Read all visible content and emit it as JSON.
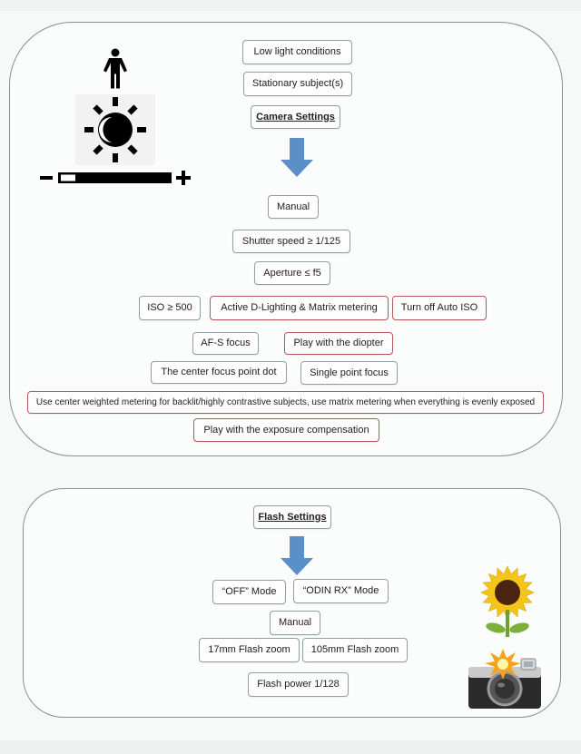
{
  "camera_panel": {
    "conditions": [
      "Low light conditions",
      "Stationary subject(s)"
    ],
    "heading": "Camera Settings",
    "icons": [
      "person-icon",
      "brightness-icon",
      "exposure-slider-icon"
    ],
    "settings": {
      "mode": "Manual",
      "shutter": "Shutter speed ≥ 1/125",
      "aperture": "Aperture ≤ f5",
      "iso": "ISO ≥ 500",
      "d_lighting": "Active D-Lighting & Matrix metering",
      "auto_iso": "Turn off Auto ISO",
      "focus_mode": "AF-S focus",
      "diopter": "Play with the diopter",
      "focus_point": "The center focus point dot",
      "focus_area": "Single point focus",
      "metering": "Use center weighted metering for backlit/highly contrastive subjects, use matrix metering when everything is evenly exposed",
      "exposure_comp": "Play with the exposure compensation"
    }
  },
  "flash_panel": {
    "heading": "Flash Settings",
    "settings": {
      "off_mode": "“OFF” Mode",
      "odin_mode": "“ODIN RX” Mode",
      "mode": "Manual",
      "zoom_17": "17mm Flash zoom",
      "zoom_105": "105mm Flash zoom",
      "power": "Flash power 1/128"
    },
    "icons": [
      "sunflower-icon",
      "camera-flash-icon"
    ]
  },
  "colors": {
    "arrow": "#5b8fc7",
    "neutral_border": "#8fa0a6",
    "highlight_border": "#b45a5a"
  }
}
